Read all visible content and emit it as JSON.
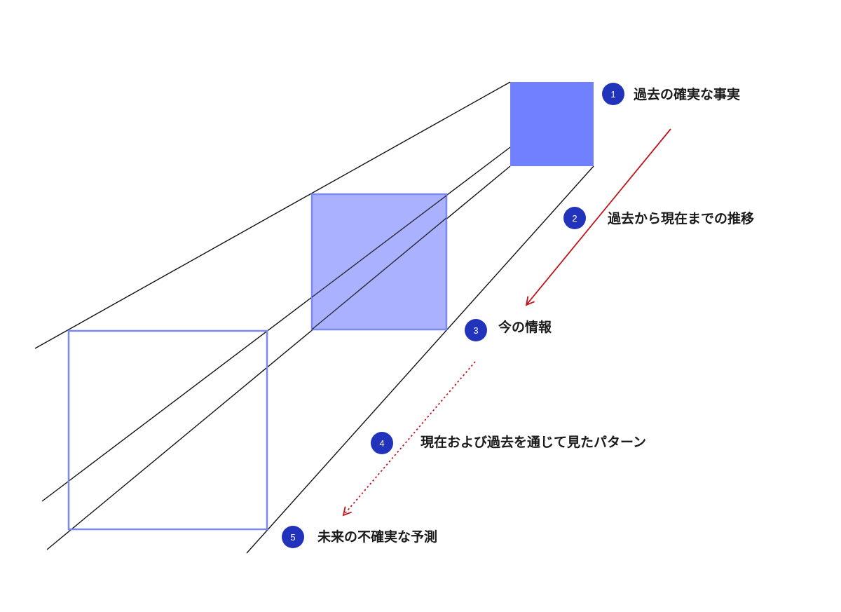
{
  "colors": {
    "badge": "#2233bb",
    "past_square": "#7080ff",
    "present_square_fill": "#aab2ff",
    "present_square_stroke": "#7b88ee",
    "future_square_stroke": "#7b88ee",
    "arrow": "#c0141b",
    "lines": "#111111"
  },
  "steps": [
    {
      "number": "1",
      "label": "過去の確実な事実"
    },
    {
      "number": "2",
      "label": "過去から現在までの推移"
    },
    {
      "number": "3",
      "label": "今の情報"
    },
    {
      "number": "4",
      "label": "現在および過去を通じて見たパターン"
    },
    {
      "number": "5",
      "label": "未来の不確実な予測"
    }
  ],
  "arrows": [
    {
      "style": "solid",
      "meaning": "past-to-present"
    },
    {
      "style": "dotted",
      "meaning": "present-to-future"
    }
  ]
}
